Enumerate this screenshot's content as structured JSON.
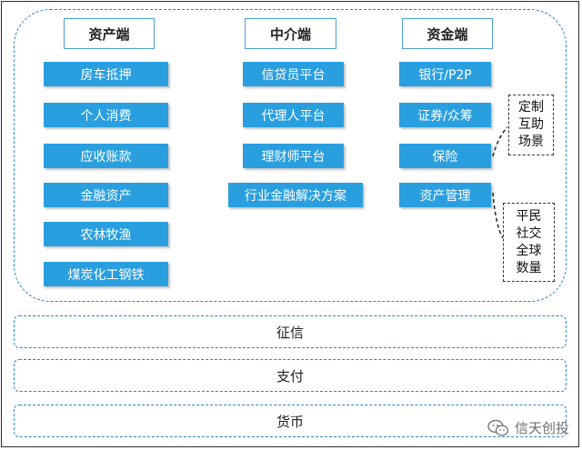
{
  "columns": [
    {
      "header": "资产端",
      "items": [
        "房车抵押",
        "个人消费",
        "应收账款",
        "金融资产",
        "农林牧渔",
        "煤炭化工钢铁"
      ]
    },
    {
      "header": "中介端",
      "items": [
        "信贷员平台",
        "代理人平台",
        "理财师平台",
        "行业金融解决方案"
      ]
    },
    {
      "header": "资金端",
      "items": [
        "银行/P2P",
        "证券/众筹",
        "保险",
        "资产管理"
      ]
    }
  ],
  "side_boxes": {
    "top": [
      "定制",
      "互助",
      "场景"
    ],
    "bottom": [
      "平民",
      "社交",
      "全球",
      "数量"
    ]
  },
  "bands": [
    "征信",
    "支付",
    "货币"
  ],
  "watermark": {
    "text": "信天创投",
    "icon": "wechat-icon"
  },
  "colors": {
    "item_fill": "#2a9fe0",
    "group_border": "#2a86c1",
    "header_border": "#4a9dd0"
  }
}
